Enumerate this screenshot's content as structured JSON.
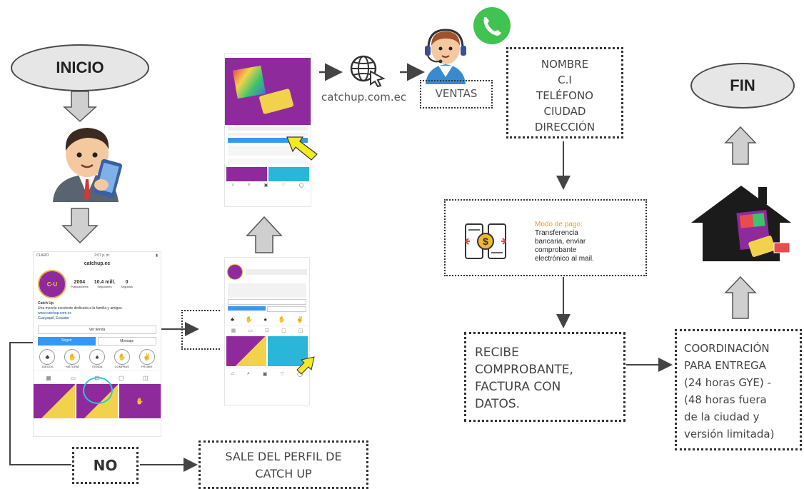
{
  "start_label": "INICIO",
  "end_label": "FIN",
  "website": "catchup.com.ec",
  "sales_label": "VENTAS",
  "customer_fields": [
    "NOMBRE",
    "C.I",
    "TELÉFONO",
    "CIUDAD",
    "DIRECCIÓN"
  ],
  "payment": {
    "title": "Modo de pago:",
    "body": [
      "Transferencia",
      "bancaria, enviar",
      "comprobante",
      "electrónico al mail."
    ]
  },
  "receipt_lines": [
    "RECIBE",
    "COMPROBANTE,",
    "FACTURA CON",
    "DATOS."
  ],
  "delivery_lines": [
    "COORDINACIÓN",
    "PARA ENTREGA",
    "(24 horas GYE) -",
    "(48 horas fuera",
    "de la ciudad y",
    "versión limitada)"
  ],
  "no_label": "NO",
  "exit_lines": [
    "SALE DEL PERFIL DE",
    "CATCH UP"
  ],
  "profile": {
    "carrier": "CLARO",
    "time": "2:07 p. m.",
    "username": "catchup.ec",
    "posts": "2004",
    "posts_label": "Publicaciones",
    "followers": "10.4 mill.",
    "followers_label": "Seguidores",
    "following": "0",
    "following_label": "Seguidos",
    "name": "Catch Up",
    "bio": "Una mezcla excelente dedicada a la familia y amigos.",
    "link": "www.catchup.com.ec",
    "location": "Guayaquil, Ecuador",
    "shop_button": "Ver tienda",
    "follow_button": "Seguir",
    "message_button": "Mensaje",
    "highlights": [
      "JUEGOS",
      "HISTORIA",
      "TIENDA",
      "COMPRAS",
      "PROMO"
    ]
  },
  "colors": {
    "purple": "#8e2a9c",
    "yellow_arrow": "#f2ea22",
    "teal_circle": "#29c5d8",
    "whatsapp": "#40c351",
    "gray_arrow": "#cccccc",
    "orange_title": "#f39c12"
  },
  "icons": [
    "globe-cursor-icon",
    "whatsapp-icon",
    "call-center-agent-icon",
    "businessman-phone-icon",
    "payment-phones-icon",
    "house-icon"
  ]
}
